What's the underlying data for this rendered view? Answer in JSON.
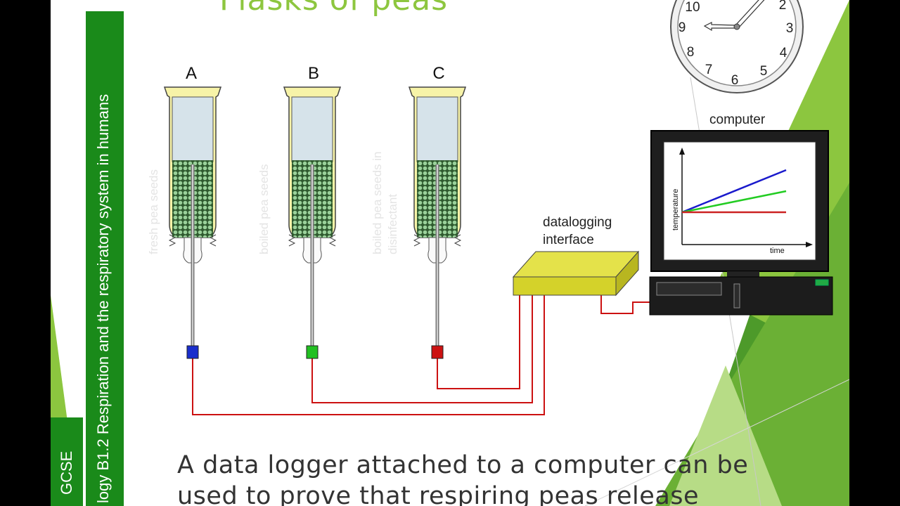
{
  "slide": {
    "title": "Flasks of peas",
    "caption_line1": "A data logger attached to a computer can be",
    "caption_line2": "used to prove that respiring peas release"
  },
  "sidebar": {
    "topic_text": "logy B1.2 Respiration and the respiratory system in humans",
    "level_text": "GCSE"
  },
  "flasks": [
    {
      "letter": "A",
      "contents": [
        "fresh pea seeds"
      ],
      "sensor_color": "#1a2ecc"
    },
    {
      "letter": "B",
      "contents": [
        "boiled pea seeds"
      ],
      "sensor_color": "#22c022"
    },
    {
      "letter": "C",
      "contents": [
        "boiled pea seeds in",
        "disinfectant"
      ],
      "sensor_color": "#cc1111"
    }
  ],
  "interface": {
    "label_line1": "datalogging",
    "label_line2": "interface"
  },
  "computer": {
    "label": "computer",
    "y_axis_label": "temperature",
    "x_axis_label": "time",
    "lines": [
      {
        "color": "#1a1acc",
        "trend": "steep rise"
      },
      {
        "color": "#22cc22",
        "trend": "gentle rise"
      },
      {
        "color": "#cc2222",
        "trend": "flat"
      }
    ]
  },
  "clock": {
    "numbers": [
      "10",
      "2",
      "9",
      "3",
      "8",
      "4",
      "7",
      "6",
      "5"
    ]
  },
  "colors": {
    "accent_green": "#8dc63f",
    "band_green": "#1a8a1a",
    "flask_yellow": "#f7f3a8",
    "wire_red": "#cc1111",
    "interface_yellow": "#d4d22a"
  }
}
